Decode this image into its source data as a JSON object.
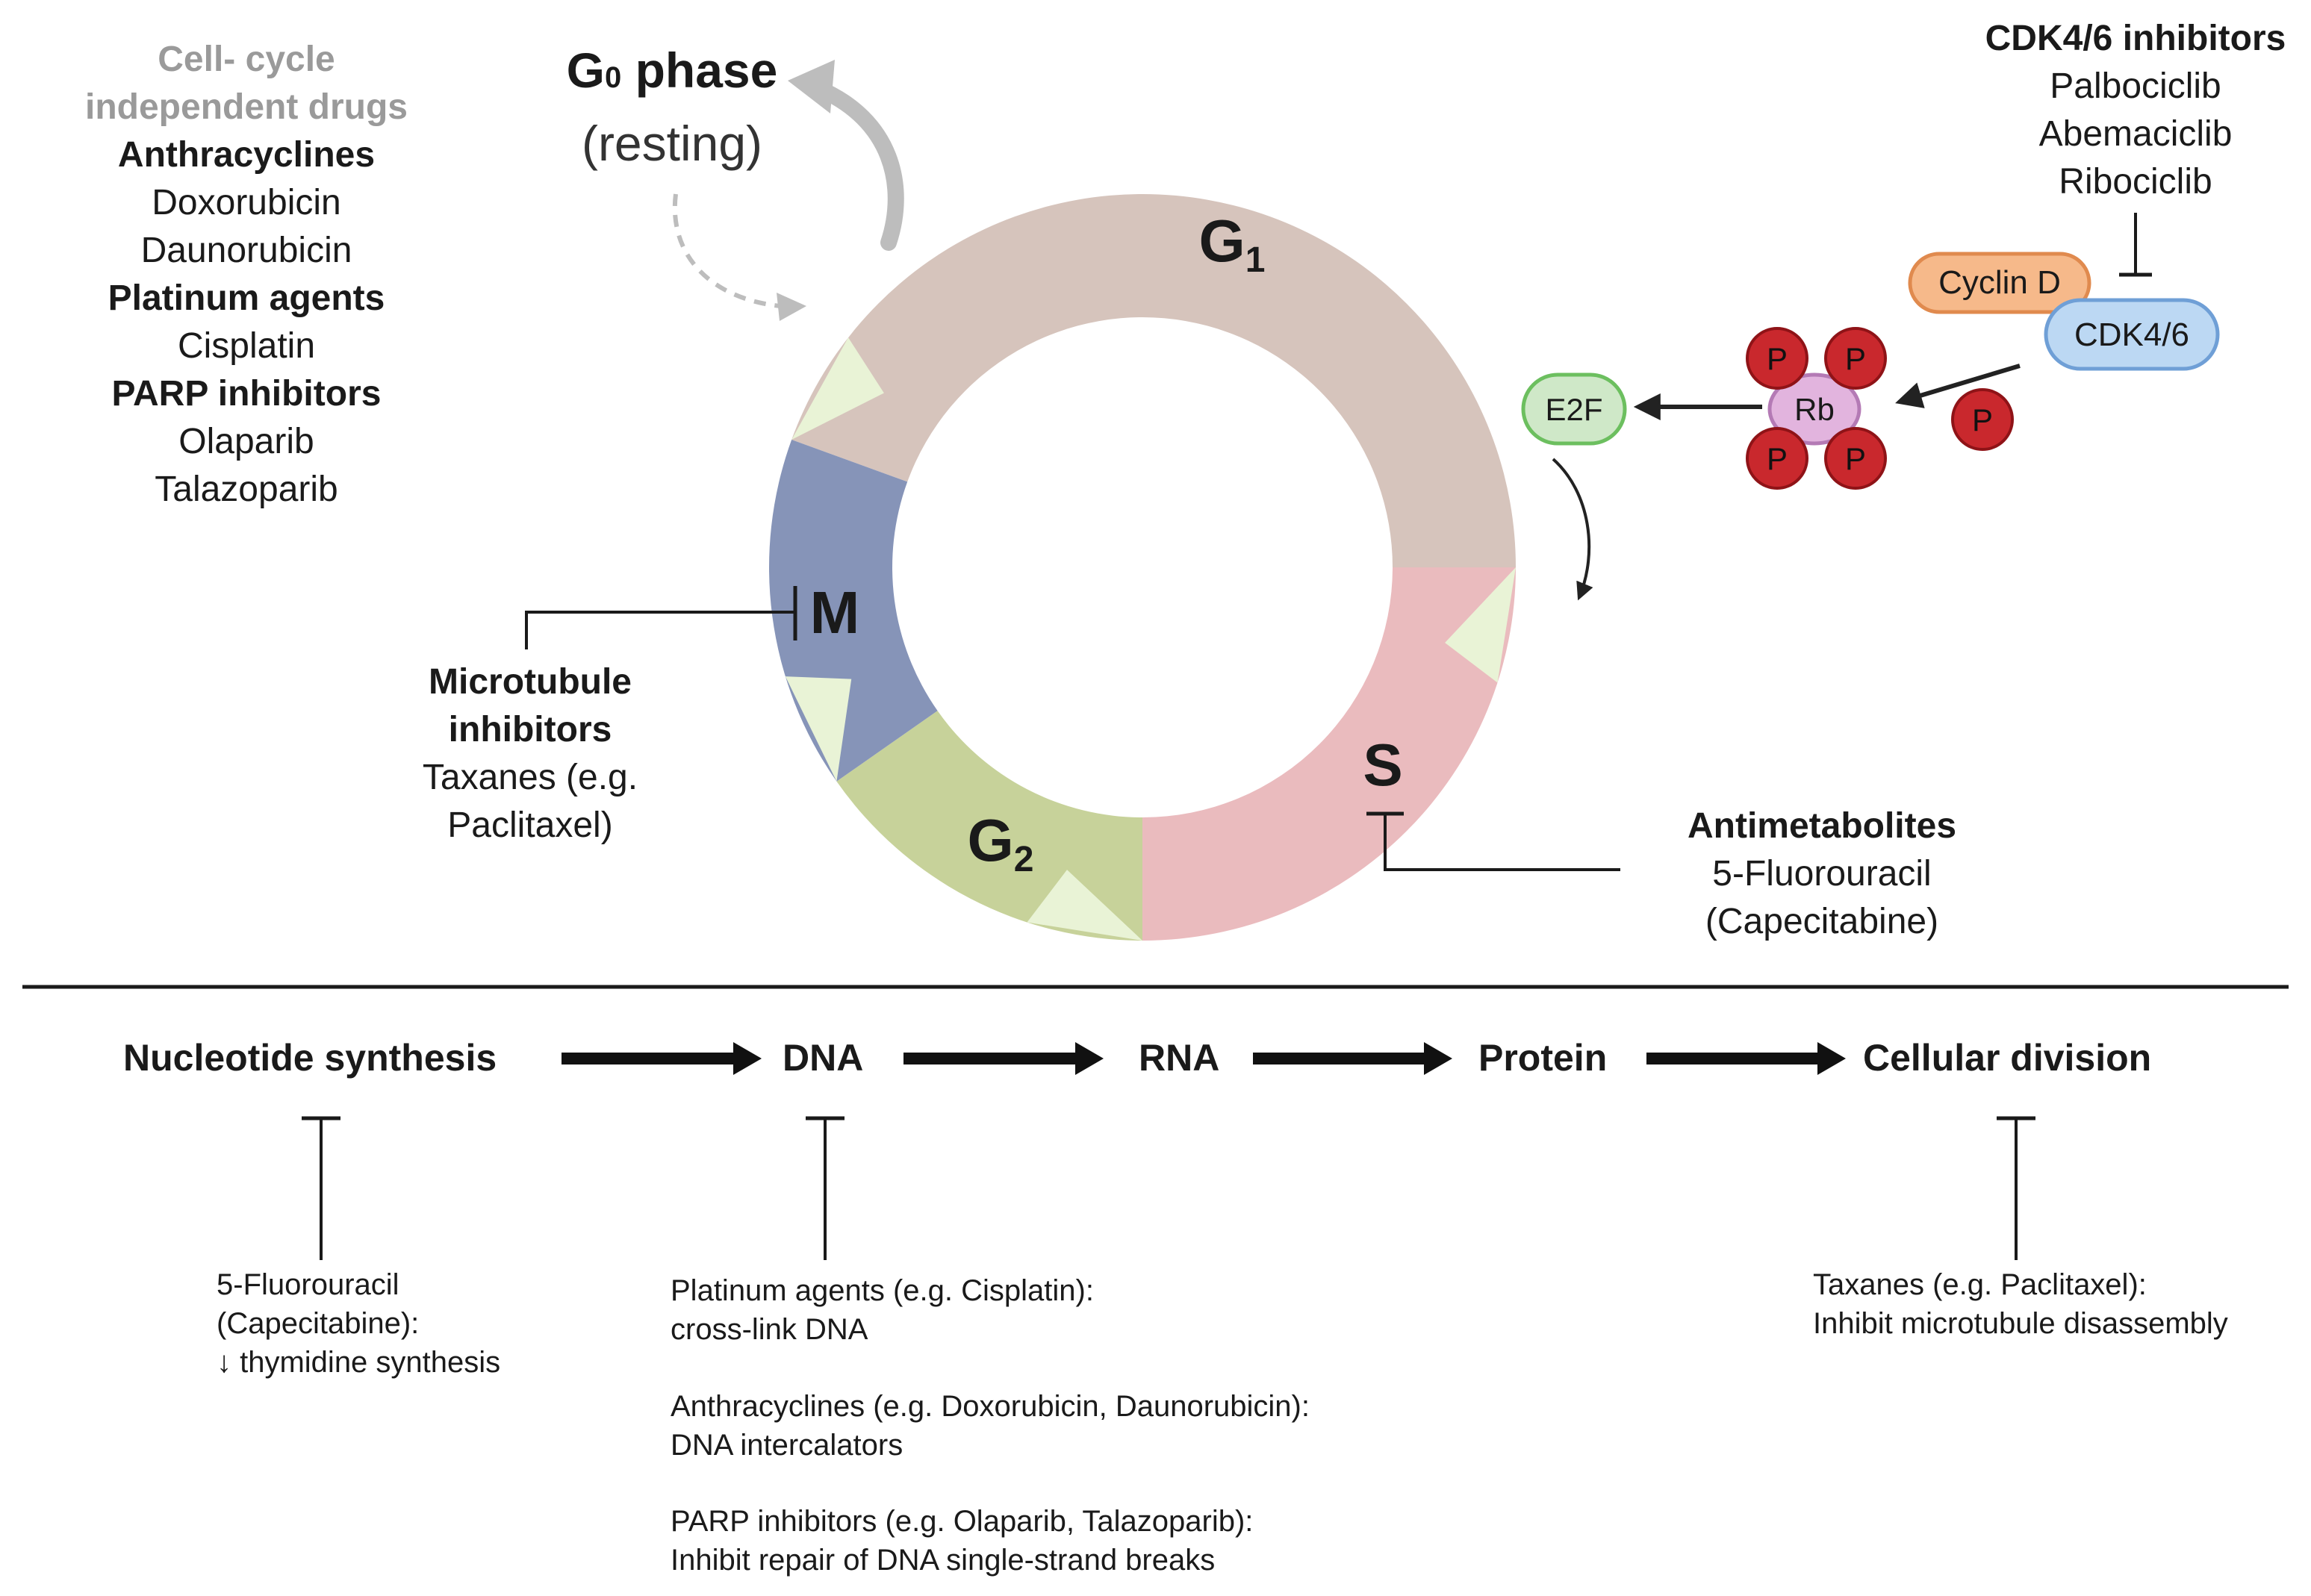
{
  "g0": {
    "title_main": "G",
    "title_sub": "0",
    "title_rest": " phase",
    "subtitle": "(resting)"
  },
  "phases": {
    "g1": {
      "main": "G",
      "sub": "1"
    },
    "s": {
      "main": "S"
    },
    "g2": {
      "main": "G",
      "sub": "2"
    },
    "m": {
      "main": "M"
    }
  },
  "cell_cycle_independent": {
    "header_line1": "Cell- cycle",
    "header_line2": "independent drugs",
    "groups": [
      {
        "name": "Anthracyclines",
        "items": [
          "Doxorubicin",
          "Daunorubicin"
        ]
      },
      {
        "name": "Platinum agents",
        "items": [
          "Cisplatin"
        ]
      },
      {
        "name": "PARP inhibitors",
        "items": [
          "Olaparib",
          "Talazoparib"
        ]
      }
    ]
  },
  "cdk46_inhibitors": {
    "title": "CDK4/6 inhibitors",
    "items": [
      "Palbociclib",
      "Abemaciclib",
      "Ribociclib"
    ]
  },
  "pathway": {
    "cyclin": "Cyclin D",
    "cdk": "CDK4/6",
    "rb": "Rb",
    "e2f": "E2F",
    "phosphate": "P"
  },
  "microtubule": {
    "title_line1": "Microtubule",
    "title_line2": "inhibitors",
    "line1": "Taxanes (e.g.",
    "line2": "Paclitaxel)"
  },
  "antimetabolites": {
    "title": "Antimetabolites",
    "line1": "5-Fluorouracil",
    "line2": "(Capecitabine)"
  },
  "flow": {
    "steps": [
      "Nucleotide synthesis",
      "DNA",
      "RNA",
      "Protein",
      "Cellular division"
    ]
  },
  "notes": {
    "nucleotide": [
      "5-Fluorouracil",
      "(Capecitabine):",
      "↓ thymidine synthesis"
    ],
    "dna_platinum": [
      "Platinum agents (e.g. Cisplatin):",
      "cross-link DNA"
    ],
    "dna_anthracyclines": [
      "Anthracyclines (e.g. Doxorubicin, Daunorubicin):",
      "DNA intercalators"
    ],
    "dna_parp": [
      "PARP inhibitors (e.g. Olaparib, Talazoparib):",
      "Inhibit repair of DNA single-strand breaks"
    ],
    "division": [
      "Taxanes (e.g. Paclitaxel):",
      "Inhibit microtubule disassembly"
    ]
  },
  "colors": {
    "g1": "#d6c4bc",
    "s": "#eabbbe",
    "g2": "#c7d29a",
    "m": "#8694b8",
    "checkpoint": "#e9f3d6",
    "arrow_grey": "#bdbdbd",
    "cyclin_fill": "#f6b98a",
    "cyclin_stroke": "#e08a4e",
    "cdk_fill": "#bcd8f3",
    "cdk_stroke": "#6f9fd6",
    "rb_fill": "#e2b4de",
    "rb_stroke": "#b47ab5",
    "e2f_fill": "#cfe8c8",
    "e2f_stroke": "#6cbf5f",
    "phos_fill": "#c9282d",
    "phos_stroke": "#8f1317"
  }
}
